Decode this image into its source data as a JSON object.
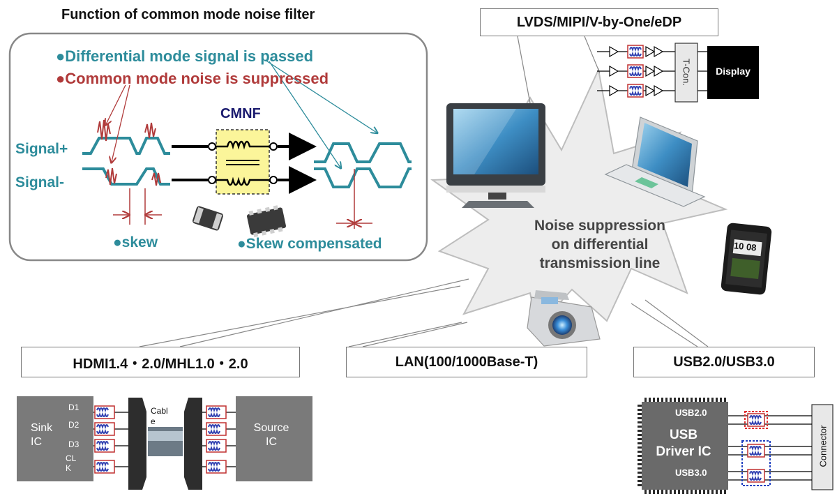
{
  "filter_panel": {
    "title": "Function of common mode noise filter",
    "differential_text": "●Differential mode signal is passed",
    "common_text": "●Common mode noise is suppressed",
    "cmnf_label": "CMNF",
    "signal_plus": "Signal+",
    "signal_minus": "Signal-",
    "skew_label": "●skew",
    "skew_comp_label": "●Skew compensated"
  },
  "interfaces": {
    "lvds": "LVDS/MIPI/V-by-One/eDP",
    "hdmi": "HDMI1.4・2.0/MHL1.0・2.0",
    "lan": "LAN(100/1000Base-T)",
    "usb": "USB2.0/USB3.0"
  },
  "center": {
    "line1": "Noise suppression",
    "line2": "on differential",
    "line3": "transmission line"
  },
  "lvds_block": {
    "tcon": "T-Con.",
    "display": "Display"
  },
  "phone": {
    "clock": "10 08"
  },
  "hdmi_block": {
    "sink": "Sink IC",
    "source": "Source IC",
    "channels": [
      "D1",
      "D2",
      "D3",
      "CL K"
    ],
    "cable": "Cabl e"
  },
  "usb_block": {
    "usb2": "USB2.0",
    "usb3": "USB3.0",
    "driver": "USB Driver IC",
    "connector": "Connector"
  },
  "colors": {
    "teal": "#2d8c9b",
    "red": "#b03a3a",
    "navy": "#1a1a6e",
    "gray_block": "#7a7a7a"
  }
}
